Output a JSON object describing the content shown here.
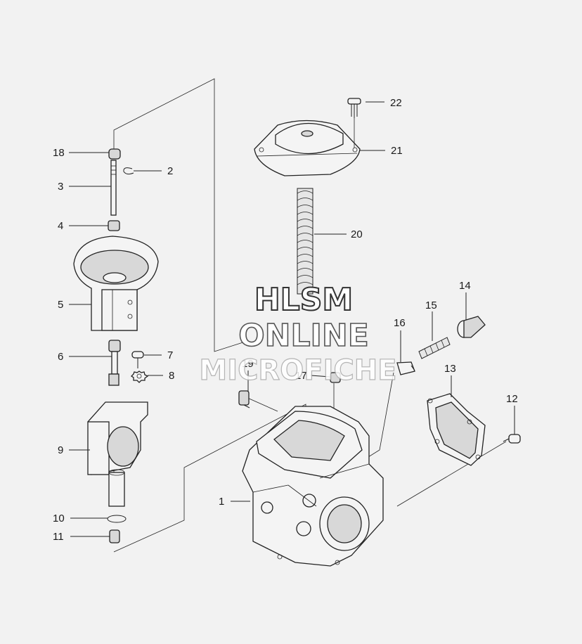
{
  "watermark": {
    "line1": "HLSM",
    "line2": "ONLINE",
    "line3": "MICROFICHE"
  },
  "callouts": [
    "1",
    "2",
    "3",
    "4",
    "5",
    "6",
    "7",
    "8",
    "9",
    "10",
    "11",
    "12",
    "13",
    "14",
    "15",
    "16",
    "17",
    "18",
    "19",
    "20",
    "21",
    "22"
  ]
}
